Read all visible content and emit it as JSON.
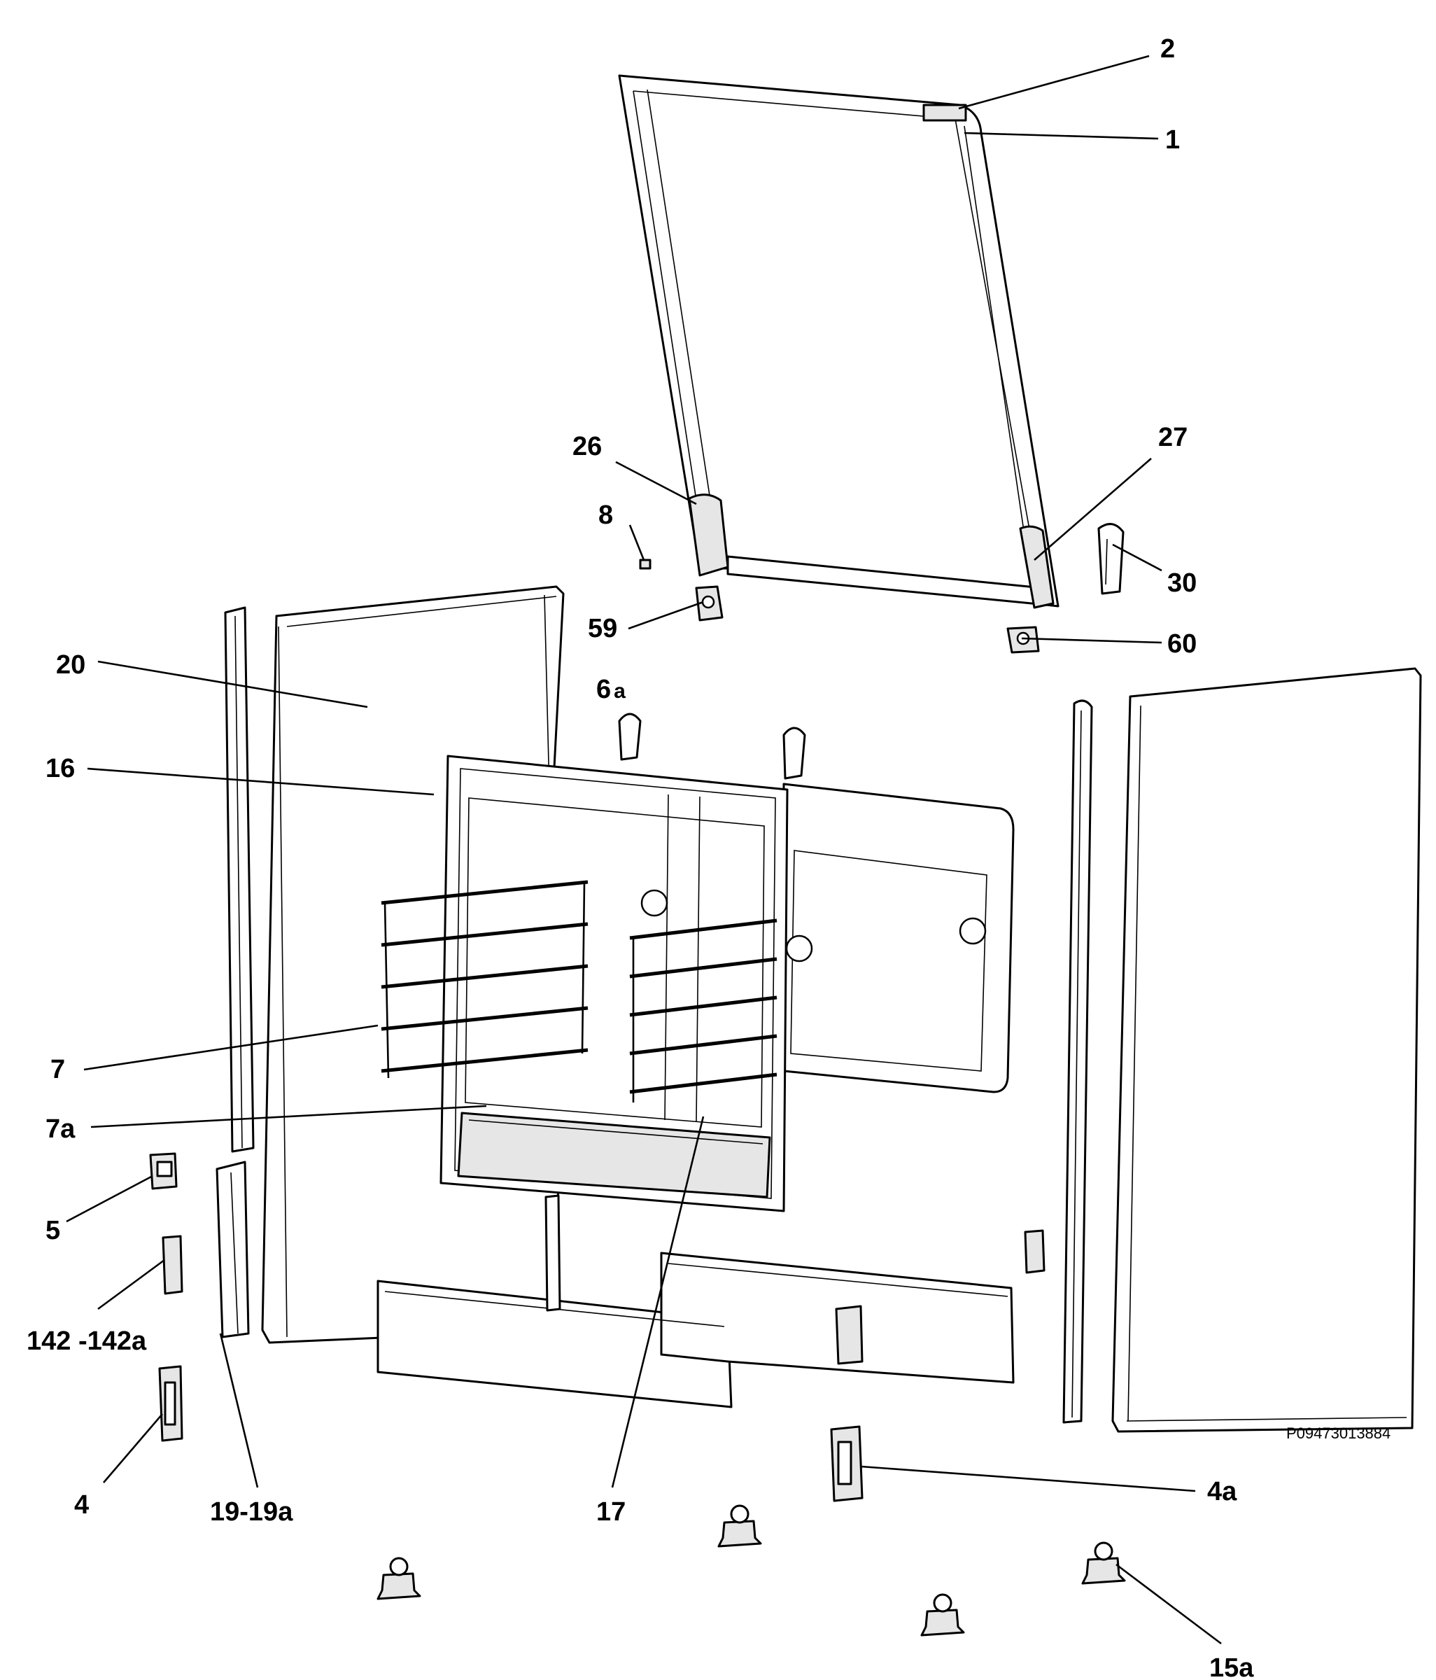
{
  "labels": {
    "l2": "2",
    "l1": "1",
    "l26": "26",
    "l27": "27",
    "l8": "8",
    "l30": "30",
    "l59": "59",
    "l60": "60",
    "l20": "20",
    "l6a": "6",
    "l6a_suffix": "a",
    "l16": "16",
    "l7": "7",
    "l7a": "7a",
    "l5": "5",
    "l142": "142 -142a",
    "l4": "4",
    "l1919a": "19-19a",
    "l17": "17",
    "l4a": "4a",
    "l15a": "15a"
  },
  "document_ref": "P09473013884"
}
